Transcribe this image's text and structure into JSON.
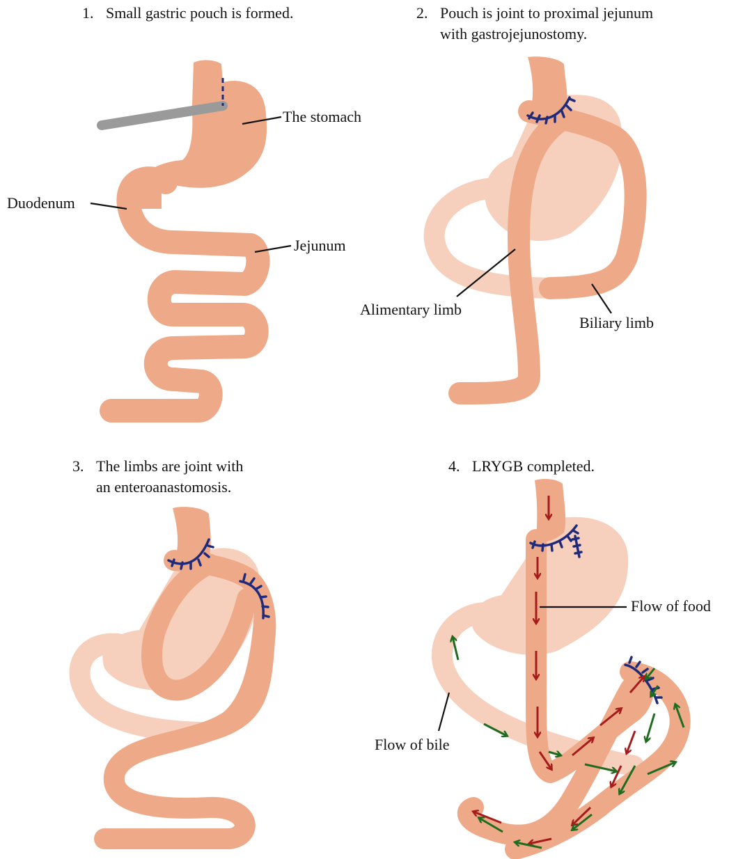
{
  "panels": [
    {
      "number": "1.",
      "caption": "Small gastric pouch is formed.",
      "labels": {
        "stomach": "The stomach",
        "duodenum": "Duodenum",
        "jejunum": "Jejunum"
      }
    },
    {
      "number": "2.",
      "caption_line1": "Pouch is joint to proximal jejunum",
      "caption_line2": "with gastrojejunostomy.",
      "labels": {
        "alimentary": "Alimentary limb",
        "biliary": "Biliary limb"
      }
    },
    {
      "number": "3.",
      "caption_line1": "The limbs are joint with",
      "caption_line2": "an enteroanastomosis."
    },
    {
      "number": "4.",
      "caption": "LRYGB completed.",
      "labels": {
        "food": "Flow of food",
        "bile": "Flow of bile"
      }
    }
  ],
  "colors": {
    "bowel": "#eeaa88",
    "bowel_pale": "#f6d0bd",
    "suture": "#1f2a7a",
    "food_arrow": "#a61b1b",
    "bile_arrow": "#1f6b1f",
    "stapler": "#9a9a9a"
  }
}
